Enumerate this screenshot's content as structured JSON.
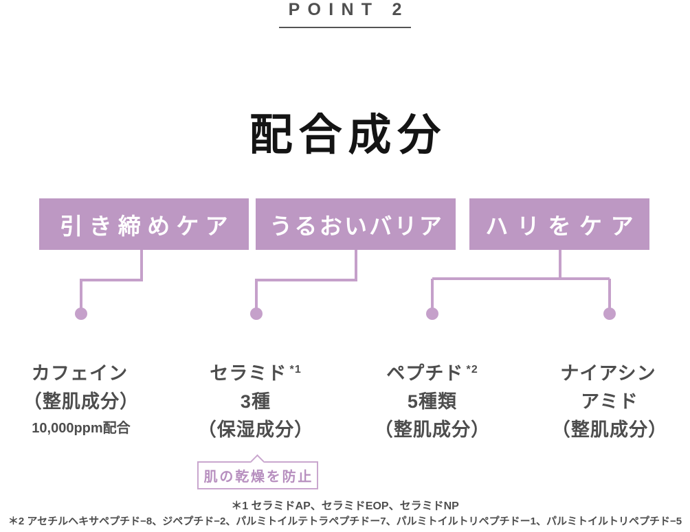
{
  "header": {
    "point_label": "POINT 2"
  },
  "title": "配合成分",
  "categories": [
    {
      "label": "引き締めケア"
    },
    {
      "label": "うるおいバリア"
    },
    {
      "label": "ハリをケア"
    }
  ],
  "ingredients": [
    {
      "name": "カフェイン",
      "sup": "",
      "line2": "（整肌成分）",
      "line3": "",
      "note": "10,000ppm配合"
    },
    {
      "name": "セラミド",
      "sup": "*1",
      "line2": "3種",
      "line3": "（保湿成分）",
      "note": ""
    },
    {
      "name": "ペプチド",
      "sup": "*2",
      "line2": "5種類",
      "line3": "（整肌成分）",
      "note": ""
    },
    {
      "name": "ナイアシン",
      "sup": "",
      "line2": "アミド",
      "line3": "（整肌成分）",
      "note": ""
    }
  ],
  "callout": {
    "label": "肌の乾燥を防止"
  },
  "footnotes": [
    {
      "text": "＊1 セラミドAP、セラミドEOP、セラミドNP"
    },
    {
      "text": "＊2 アセチルヘキサペプチド−8、ジペプチド−2、パルミトイルテトラペプチドー7、パルミトイルトリペプチドー1、パルミトイルトリペプチド−5"
    }
  ],
  "colors": {
    "category_box": "#bd98c3",
    "connector_line": "#c5a0ca",
    "callout_border": "#c9a6ce",
    "callout_text": "#b78fbf",
    "body_text": "#4d4d4d",
    "heading_text": "#4f4f4f",
    "title_text": "#141414",
    "background": "#ffffff"
  }
}
